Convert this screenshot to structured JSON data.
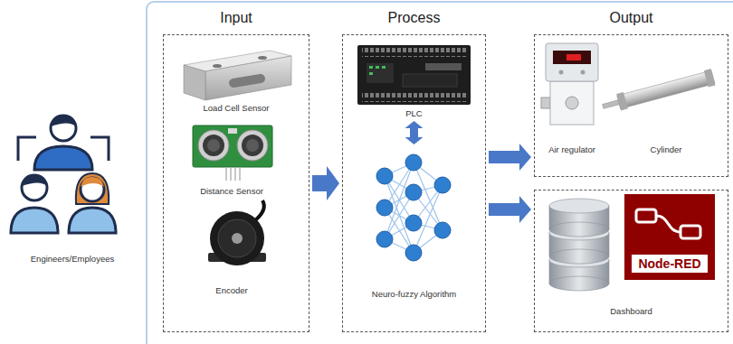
{
  "diagram": {
    "nodes": [
      {
        "text": [
          "Engineers/Employees"
        ]
      },
      {
        "text": [
          "Input"
        ]
      },
      {
        "text": [
          "Load Cell Sensor"
        ],
        "in": 1
      },
      {
        "text": [
          "Distance Sensor"
        ],
        "in": 1
      },
      {
        "text": [
          "Encoder"
        ],
        "in": 1
      },
      {
        "text": [
          "Process"
        ]
      },
      {
        "text": [
          "PLC"
        ],
        "in": 5
      },
      {
        "text": [
          "Neuro-fuzzy Algorithm"
        ],
        "in": 5
      },
      {
        "text": [
          "Output"
        ]
      },
      {
        "text": [
          "Air regulator"
        ],
        "in": 8
      },
      {
        "text": [
          "Cylinder"
        ],
        "in": 8
      },
      {
        "text": [
          "Dashboard"
        ]
      },
      {
        "text": [
          "Node-RED"
        ],
        "in": 11
      }
    ],
    "edges": [
      {
        "from": 1,
        "to": 5,
        "arrow": "to"
      },
      {
        "from": 6,
        "to": 7,
        "arrow": "both"
      },
      {
        "from": 5,
        "to": 8,
        "arrow": "to"
      },
      {
        "from": 5,
        "to": 11,
        "arrow": "to"
      }
    ]
  }
}
